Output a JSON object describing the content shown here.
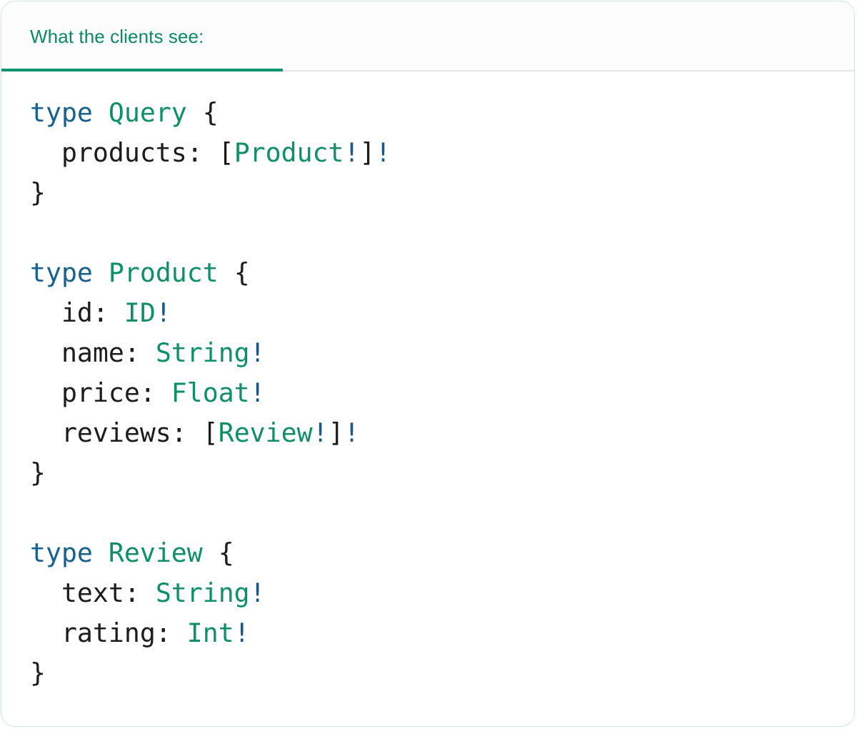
{
  "card": {
    "accent_green": "#0f9574",
    "border_color": "#cfe6da",
    "header_bg": "#fbfcfb",
    "body_bg": "#ffffff"
  },
  "header": {
    "tab_label": "What the clients see:",
    "tab_active": true,
    "rule_color": "#e6e6e6"
  },
  "colors": {
    "keyword": "#17608f",
    "type_name": "#0d9068",
    "field_name": "#1c1c1c",
    "punctuation": "#1c1c1c",
    "non_null": "#19578c",
    "header_text": "#0b8a60"
  },
  "code": {
    "language": "graphql",
    "lines": [
      [
        {
          "t": "type",
          "c": "kw"
        },
        {
          "t": " ",
          "c": "punct"
        },
        {
          "t": "Query",
          "c": "type"
        },
        {
          "t": " {",
          "c": "punct"
        }
      ],
      [
        {
          "t": "  products: ",
          "c": "field"
        },
        {
          "t": "[",
          "c": "punct"
        },
        {
          "t": "Product",
          "c": "type"
        },
        {
          "t": "!",
          "c": "bang"
        },
        {
          "t": "]",
          "c": "punct"
        },
        {
          "t": "!",
          "c": "bang"
        }
      ],
      [
        {
          "t": "}",
          "c": "punct"
        }
      ],
      [],
      [
        {
          "t": "type",
          "c": "kw"
        },
        {
          "t": " ",
          "c": "punct"
        },
        {
          "t": "Product",
          "c": "type"
        },
        {
          "t": " {",
          "c": "punct"
        }
      ],
      [
        {
          "t": "  id: ",
          "c": "field"
        },
        {
          "t": "ID",
          "c": "type"
        },
        {
          "t": "!",
          "c": "bang"
        }
      ],
      [
        {
          "t": "  name: ",
          "c": "field"
        },
        {
          "t": "String",
          "c": "type"
        },
        {
          "t": "!",
          "c": "bang"
        }
      ],
      [
        {
          "t": "  price: ",
          "c": "field"
        },
        {
          "t": "Float",
          "c": "type"
        },
        {
          "t": "!",
          "c": "bang"
        }
      ],
      [
        {
          "t": "  reviews: ",
          "c": "field"
        },
        {
          "t": "[",
          "c": "punct"
        },
        {
          "t": "Review",
          "c": "type"
        },
        {
          "t": "!",
          "c": "bang"
        },
        {
          "t": "]",
          "c": "punct"
        },
        {
          "t": "!",
          "c": "bang"
        }
      ],
      [
        {
          "t": "}",
          "c": "punct"
        }
      ],
      [],
      [
        {
          "t": "type",
          "c": "kw"
        },
        {
          "t": " ",
          "c": "punct"
        },
        {
          "t": "Review",
          "c": "type"
        },
        {
          "t": " {",
          "c": "punct"
        }
      ],
      [
        {
          "t": "  text: ",
          "c": "field"
        },
        {
          "t": "String",
          "c": "type"
        },
        {
          "t": "!",
          "c": "bang"
        }
      ],
      [
        {
          "t": "  rating: ",
          "c": "field"
        },
        {
          "t": "Int",
          "c": "type"
        },
        {
          "t": "!",
          "c": "bang"
        }
      ],
      [
        {
          "t": "}",
          "c": "punct"
        }
      ]
    ],
    "plain_text": "type Query {\n  products: [Product!]!\n}\n\ntype Product {\n  id: ID!\n  name: String!\n  price: Float!\n  reviews: [Review!]!\n}\n\ntype Review {\n  text: String!\n  rating: Int!\n}"
  }
}
